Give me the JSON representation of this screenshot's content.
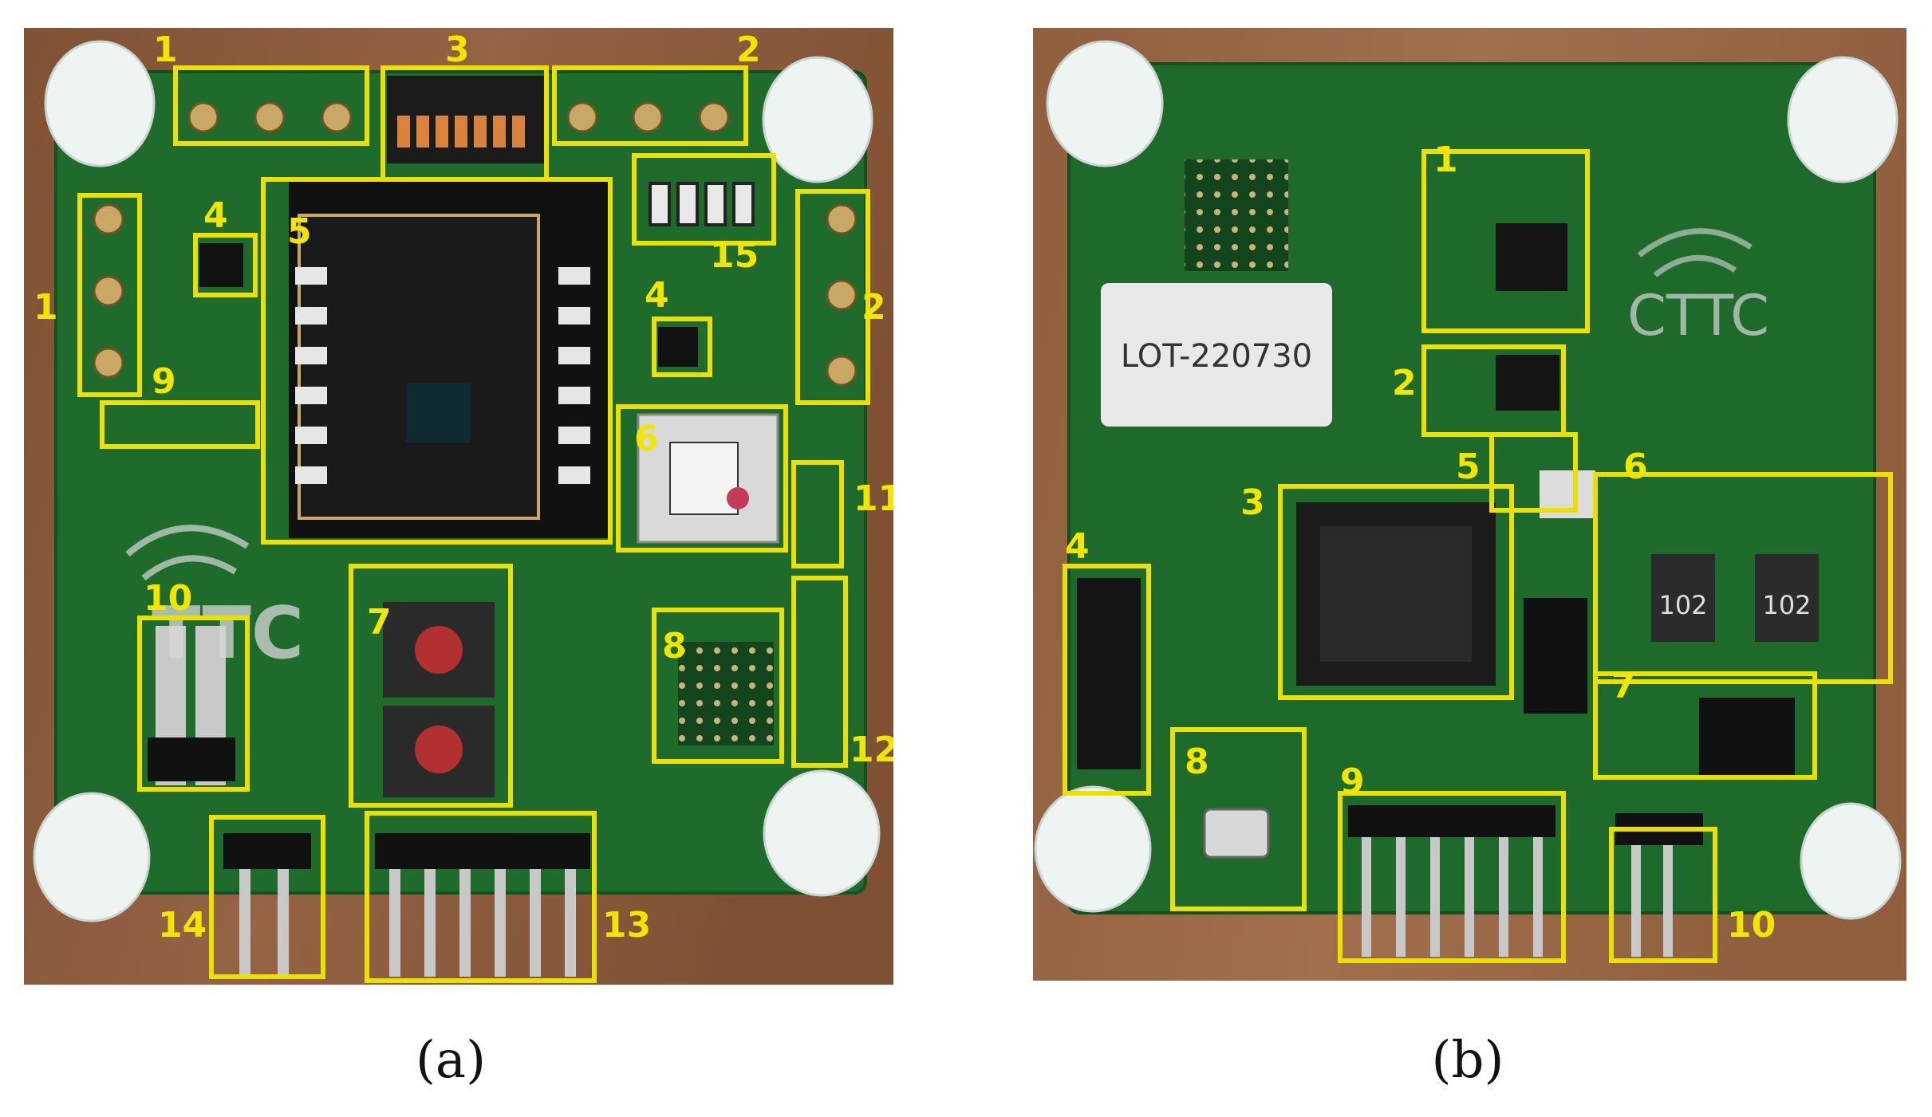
{
  "figure": {
    "captions": {
      "a": "(a)",
      "b": "(b)"
    },
    "panel_a": {
      "labels": [
        "1",
        "3",
        "2",
        "4",
        "5",
        "15",
        "1",
        "2",
        "4",
        "9",
        "6",
        "11",
        "10",
        "7",
        "8",
        "12",
        "14",
        "13"
      ],
      "board_logo": "TTC",
      "colors": {
        "pcb": "#1f6b2c",
        "annotation": "#f2e600",
        "table": "#8a5a3c"
      }
    },
    "panel_b": {
      "labels": [
        "1",
        "2",
        "3",
        "5",
        "6",
        "4",
        "7",
        "8",
        "9",
        "10"
      ],
      "lot_sticker": "LOT-220730",
      "board_logo": "CTTC",
      "ic_marks": [
        "102",
        "102"
      ],
      "colors": {
        "pcb": "#1d6a2a",
        "annotation": "#f2e600",
        "table": "#9a6a48"
      }
    }
  }
}
